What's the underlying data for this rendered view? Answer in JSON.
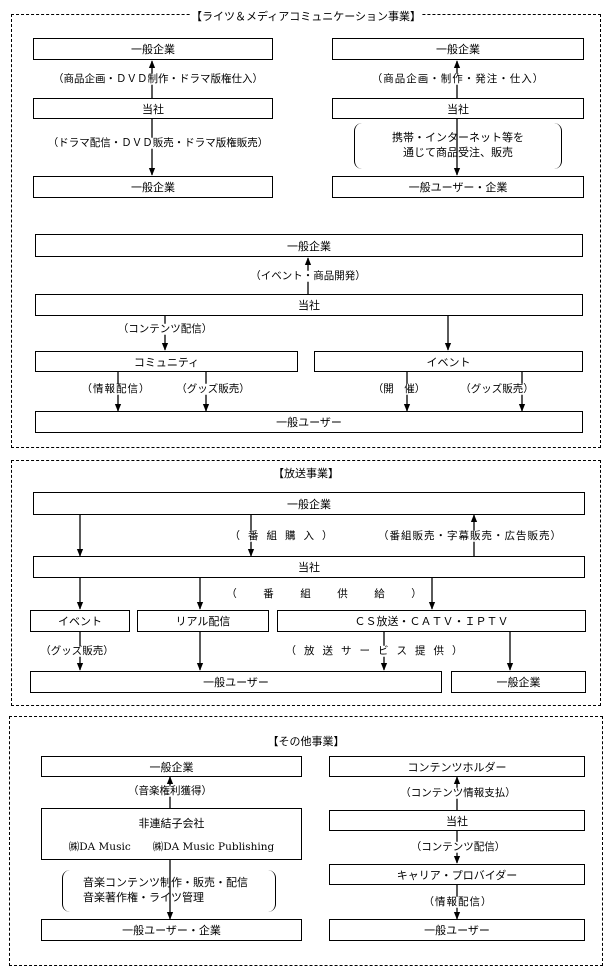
{
  "sections": {
    "media": {
      "title": "【ライツ＆メディアコミュニケーション事業】",
      "left": {
        "top": "一般企業",
        "arrow1": "（商品企画・ＤＶＤ制作・ドラマ版権仕入）",
        "middle": "当社",
        "arrow2": "（ドラマ配信・ＤＶＤ販売・ドラマ版権販売）",
        "bottom": "一般企業"
      },
      "right": {
        "top": "一般企業",
        "arrow1": "（商品企画・制作・発注・仕入）",
        "middle": "当社",
        "bracket_line1": "携帯・インターネット等を",
        "bracket_line2": "通じて商品受注、販売",
        "bottom": "一般ユーザー・企業"
      },
      "lower": {
        "top": "一般企業",
        "arrow_event": "（イベント・商品開発）",
        "middle": "当社",
        "arrow_content": "（コンテンツ配信）",
        "community": "コミュニティ",
        "event": "イベント",
        "info": "（情報配信）",
        "goods1": "（グッズ販売）",
        "host": "（開　催）",
        "goods2": "（グッズ販売）",
        "bottom": "一般ユーザー"
      }
    },
    "broadcast": {
      "title": "【放送事業】",
      "top": "一般企業",
      "purchase": "（番組購入）",
      "sales": "（番組販売・字幕販売・広告販売）",
      "middle": "当社",
      "supply": "（　番　組　供　給　）",
      "event": "イベント",
      "real": "リアル配信",
      "cs": "ＣＳ放送・ＣＡＴＶ・ＩＰＴＶ",
      "goods": "（グッズ販売）",
      "service": "（放送サービス提供）",
      "user": "一般ユーザー",
      "corp": "一般企業"
    },
    "other": {
      "title": "【その他事業】",
      "left": {
        "top": "一般企業",
        "arrow": "（音楽権利獲得）",
        "mid_title": "非連結子会社",
        "sub1": "㈱DA Music",
        "sub2": "㈱DA Music Publishing",
        "bracket_line1": "音楽コンテンツ制作・販売・配信",
        "bracket_line2": "音楽著作権・ライツ管理",
        "bottom": "一般ユーザー・企業"
      },
      "right": {
        "top": "コンテンツホルダー",
        "arrow1": "（コンテンツ情報支払）",
        "middle": "当社",
        "arrow2": "（コンテンツ配信）",
        "carrier": "キャリア・プロバイダー",
        "arrow3": "（情報配信）",
        "bottom": "一般ユーザー"
      }
    }
  }
}
